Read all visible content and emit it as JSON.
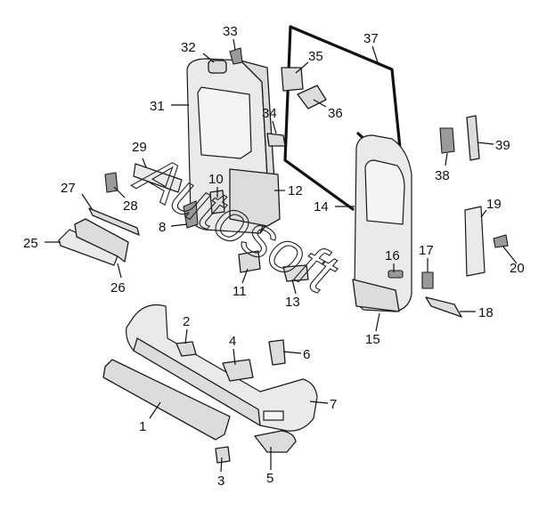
{
  "watermark": "Autosoft",
  "callouts": {
    "c1": "1",
    "c2": "2",
    "c3": "3",
    "c4": "4",
    "c5": "5",
    "c6": "6",
    "c7": "7",
    "c8": "8",
    "c10": "10",
    "c11": "11",
    "c12": "12",
    "c13": "13",
    "c14": "14",
    "c15": "15",
    "c16": "16",
    "c17": "17",
    "c18": "18",
    "c19": "19",
    "c20": "20",
    "c25": "25",
    "c26": "26",
    "c27": "27",
    "c28": "28",
    "c29": "29",
    "c31": "31",
    "c32": "32",
    "c33": "33",
    "c34": "34",
    "c35": "35",
    "c36": "36",
    "c37": "37",
    "c38": "38",
    "c39": "39"
  }
}
